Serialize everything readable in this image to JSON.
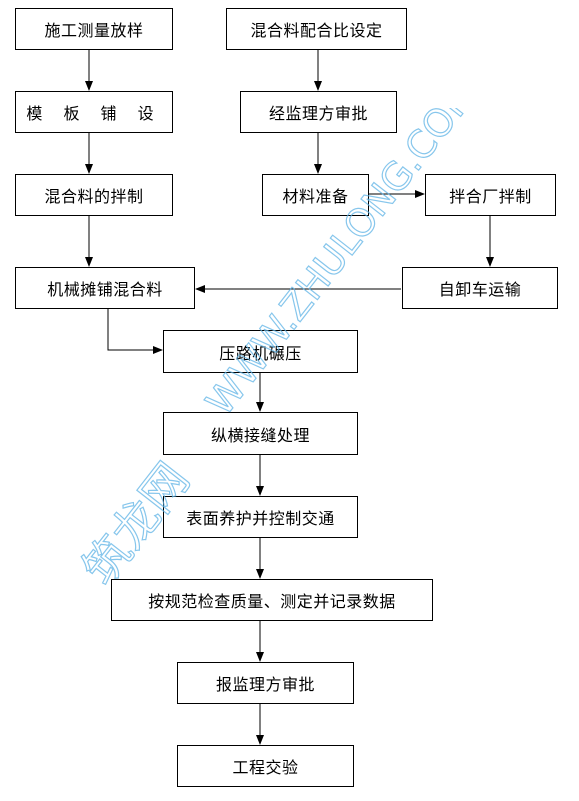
{
  "flow": {
    "steps": {
      "construction_survey": "施工测量放样",
      "formwork_laying": "模 板 铺 设",
      "mixture_mixing": "混合料的拌制",
      "paver_spreading": "机械摊铺混合料",
      "mix_ratio_design": "混合料配合比设定",
      "supervisor_approval_1": "经监理方审批",
      "material_prep": "材料准备",
      "plant_mixing": "拌合厂拌制",
      "dump_truck_transport": "自卸车运输",
      "roller_compaction": "压路机碾压",
      "joint_treatment": "纵横接缝处理",
      "surface_curing": "表面养护并控制交通",
      "quality_check": "按规范检查质量、测定并记录数据",
      "supervisor_approval_2": "报监理方审批",
      "acceptance": "工程交验"
    },
    "arrow_color": "#000000",
    "box_border_color": "#000000"
  },
  "watermark": {
    "line1": "筑龙网",
    "line2": "WWW.ZHULONG.COM",
    "color": "#5fb4e6"
  }
}
